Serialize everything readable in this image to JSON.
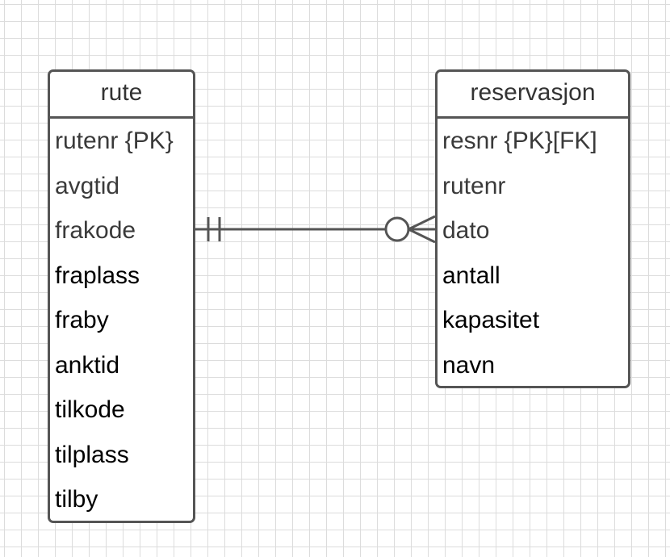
{
  "entities": {
    "rute": {
      "name": "rute",
      "attributes": [
        "rutenr {PK}",
        "avgtid",
        "frakode",
        "fraplass",
        "fraby",
        "anktid",
        "tilkode",
        "tilplass",
        "tilby"
      ]
    },
    "reservasjon": {
      "name": "reservasjon",
      "attributes": [
        "resnr {PK}[FK]",
        "rutenr",
        "dato",
        "antall",
        "kapasitet",
        "navn"
      ]
    }
  },
  "relationship": {
    "from": "rute",
    "to": "reservasjon",
    "from_cardinality": "one-and-only-one",
    "to_cardinality": "zero-or-many"
  },
  "colors": {
    "border": "#555555",
    "grid": "#dcdcdc",
    "background": "#ffffff"
  }
}
